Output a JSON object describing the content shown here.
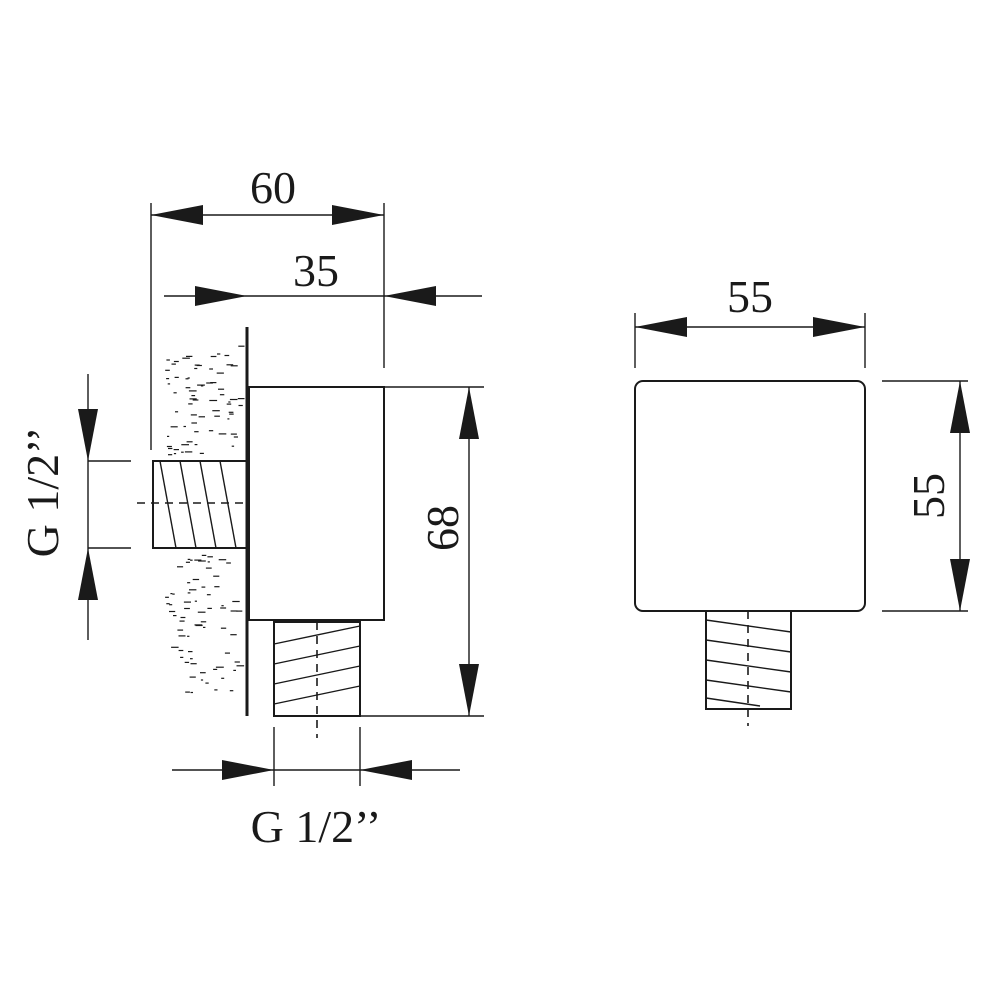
{
  "side_view": {
    "overall_depth": "60",
    "body_depth": "35",
    "height": "68",
    "wall_thread": "G 1/2’’",
    "outlet_thread": "G 1/2’’"
  },
  "front_view": {
    "width": "55",
    "height": "55"
  }
}
